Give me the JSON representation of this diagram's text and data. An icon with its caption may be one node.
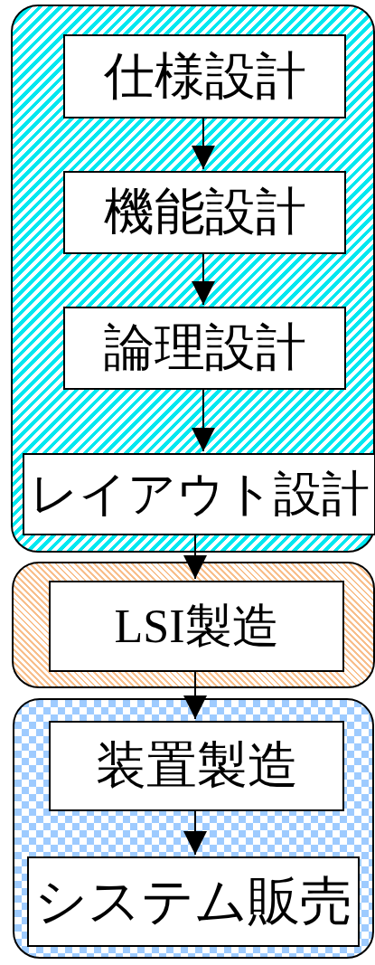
{
  "diagram": {
    "nodes": [
      {
        "text": [],
        "shape": "box"
      },
      {
        "text": [
          "仕様設計"
        ],
        "in": 0
      },
      {
        "text": [
          "機能設計"
        ],
        "in": 0
      },
      {
        "text": [
          "論理設計"
        ],
        "in": 0
      },
      {
        "text": [
          "レイアウト設計"
        ],
        "in": 0
      },
      {
        "text": [],
        "shape": "box"
      },
      {
        "text": [
          "LSI製造"
        ],
        "in": 5
      },
      {
        "text": [],
        "shape": "box"
      },
      {
        "text": [
          "装置製造"
        ],
        "in": 7
      },
      {
        "text": [
          "システム販売"
        ],
        "in": 7
      }
    ],
    "edges": [
      {
        "from": 1,
        "to": 2,
        "arrow": "to"
      },
      {
        "from": 2,
        "to": 3,
        "arrow": "to"
      },
      {
        "from": 3,
        "to": 4,
        "arrow": "to"
      },
      {
        "from": 4,
        "to": 6,
        "arrow": "to"
      },
      {
        "from": 6,
        "to": 8,
        "arrow": "to"
      },
      {
        "from": 8,
        "to": 9,
        "arrow": "to"
      }
    ]
  }
}
